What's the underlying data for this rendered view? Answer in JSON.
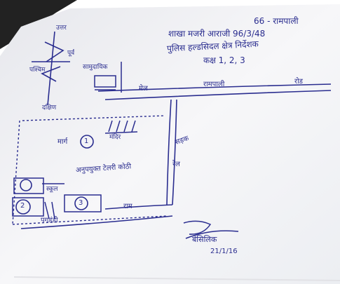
{
  "header": {
    "ref": "66 - रामपाली",
    "line1": "शाखा मजरी आराजी 96/3/48",
    "line2": "पुलिस हल्डसिदल क्षेत्र निर्देशक",
    "line3": "कक्ष 1, 2, 3"
  },
  "compass": {
    "north": "उत्तर",
    "south": "दक्षिण",
    "east": "पूर्व",
    "west": "पश्चिम"
  },
  "road": {
    "left": "मेल",
    "middle": "रामपाली",
    "right": "रोड"
  },
  "labels": {
    "top_building": "सामुदायिक",
    "shed": "मंदिर",
    "plot_left": "मार्ग",
    "building_main": "अनुपयुक्त टेलरी कोठी",
    "right_a": "सड़क",
    "right_b": "रेल",
    "bottom_center": "राम",
    "bottom_left": "स्कूल",
    "bottom_path": "पगडंडी"
  },
  "circled_numbers": [
    "1",
    "2",
    "3"
  ],
  "signature": {
    "name": "बेसिलिक",
    "date": "21/1/16"
  },
  "colors": {
    "ink": "#2a2d8f",
    "paper": "#f4f4f6",
    "shadow": "#2b2b2b"
  }
}
